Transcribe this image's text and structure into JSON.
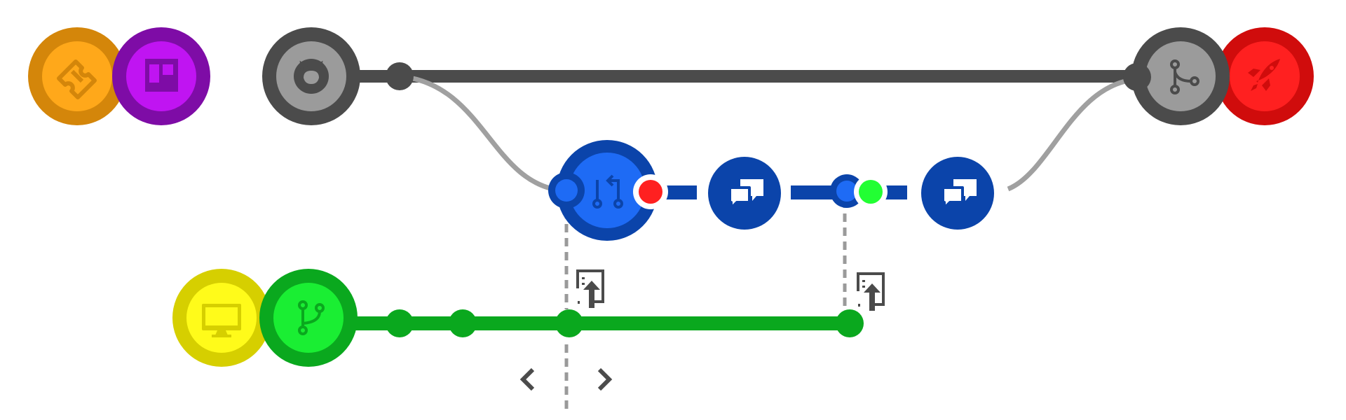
{
  "colors": {
    "ticket": "#ffa81a",
    "ticket_ring": "#d4860a",
    "board": "#c014f2",
    "board_ring": "#7e0ca6",
    "repo": "#9b9b9b",
    "repo_ring": "#4b4b4b",
    "main_branch": "#4b4b4b",
    "merge_curve": "#a0a0a0",
    "pr": "#1e6bf5",
    "pr_ring": "#0b44aa",
    "pr_branch": "#0b44aa",
    "review_fail": "#ff2020",
    "review_pass": "#22ff33",
    "desktop": "#fffb1a",
    "desktop_ring": "#d6cf00",
    "feature": "#1aee33",
    "feature_ring": "#0aa81e",
    "feature_branch": "#0aa81e",
    "deploy": "#ff2020",
    "deploy_ring": "#d00c0c",
    "dashed": "#9a9a9a",
    "icon_dark": "#4b4b4b"
  },
  "nodes": [
    {
      "id": "ticket",
      "icon": "ticket-icon"
    },
    {
      "id": "board",
      "icon": "board-icon"
    },
    {
      "id": "repository",
      "icon": "github-icon"
    },
    {
      "id": "pull-request",
      "icon": "pull-request-icon"
    },
    {
      "id": "review-1",
      "icon": "comments-icon"
    },
    {
      "id": "review-2",
      "icon": "comments-icon"
    },
    {
      "id": "merge",
      "icon": "merge-icon"
    },
    {
      "id": "deploy",
      "icon": "rocket-icon"
    },
    {
      "id": "desktop",
      "icon": "desktop-icon"
    },
    {
      "id": "feature-branch",
      "icon": "branch-icon"
    }
  ],
  "commit_markers": [
    {
      "id": "push-1",
      "icon": "push-commit-icon"
    },
    {
      "id": "push-2",
      "icon": "push-commit-icon"
    }
  ],
  "status_dots": [
    {
      "id": "review-failed",
      "state": "failed"
    },
    {
      "id": "review-passed",
      "state": "passed"
    }
  ],
  "navigation": {
    "prev_icon": "chevron-left-icon",
    "next_icon": "chevron-right-icon"
  }
}
